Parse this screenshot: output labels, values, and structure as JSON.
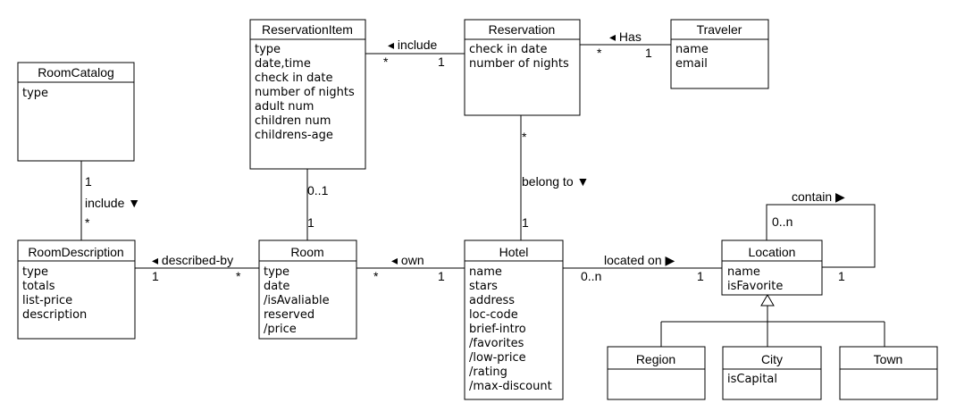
{
  "classes": {
    "room_catalog": {
      "name": "RoomCatalog",
      "attributes": [
        "type"
      ]
    },
    "room_description": {
      "name": "RoomDescription",
      "attributes": [
        "type",
        "totals",
        "list-price",
        "description"
      ]
    },
    "reservation_item": {
      "name": "ReservationItem",
      "attributes": [
        "type",
        "date,time",
        "check in date",
        "number of nights",
        "adult num",
        "children num",
        "childrens-age"
      ]
    },
    "room": {
      "name": "Room",
      "attributes": [
        "type",
        "date",
        "/isAvaliable",
        "reserved",
        "/price"
      ]
    },
    "reservation": {
      "name": "Reservation",
      "attributes": [
        "check in date",
        "number of nights"
      ]
    },
    "traveler": {
      "name": "Traveler",
      "attributes": [
        "name",
        "email"
      ]
    },
    "hotel": {
      "name": "Hotel",
      "attributes": [
        "name",
        "stars",
        "address",
        "loc-code",
        "brief-intro",
        "/favorites",
        "/low-price",
        "/rating",
        "/max-discount"
      ]
    },
    "location": {
      "name": "Location",
      "attributes": [
        "name",
        "isFavorite"
      ]
    },
    "region": {
      "name": "Region",
      "attributes": []
    },
    "city": {
      "name": "City",
      "attributes": [
        "isCapital"
      ]
    },
    "town": {
      "name": "Town",
      "attributes": []
    }
  },
  "associations": {
    "catalog_description": {
      "label": "include ▼",
      "end_a": "1",
      "end_b": "*"
    },
    "description_room": {
      "label": "◂ described-by",
      "end_a": "1",
      "end_b": "*"
    },
    "room_hotel": {
      "label": "◂ own",
      "end_a": "*",
      "end_b": "1"
    },
    "hotel_location": {
      "label": "located on ▶",
      "end_a": "0..n",
      "end_b": "1"
    },
    "location_self": {
      "label": "contain ▶",
      "end_a": "0..n",
      "end_b": "1"
    },
    "item_room": {
      "end_a": "0..1",
      "end_b": "1"
    },
    "item_reservation": {
      "label": "◂ include",
      "end_a": "*",
      "end_b": "1"
    },
    "reservation_traveler": {
      "label": "◂ Has",
      "end_a": "*",
      "end_b": "1"
    },
    "reservation_hotel": {
      "label": "belong to ▼",
      "end_a": "*",
      "end_b": "1"
    }
  }
}
